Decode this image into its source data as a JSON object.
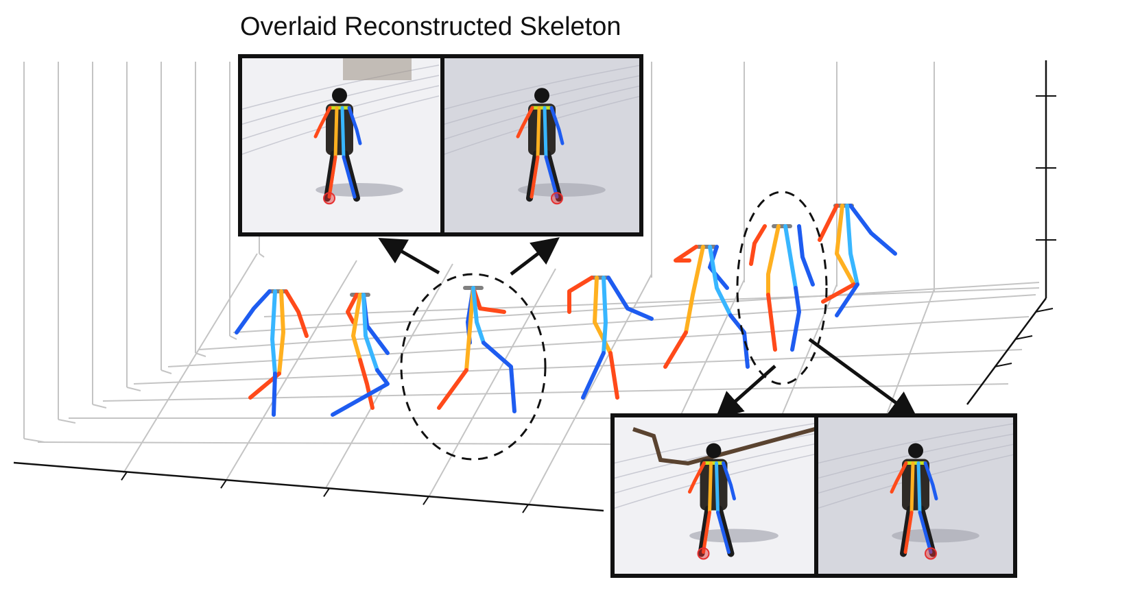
{
  "title": "Overlaid Reconstructed Skeleton",
  "colors": {
    "grid": "#c4c4c4",
    "axis": "#111111",
    "frame": "#111111",
    "ellipse": "#111111",
    "marker": "#e53030",
    "limb_right_outer": "#ff4a1a",
    "limb_right_inner": "#ffb020",
    "limb_left_outer": "#1e5cf0",
    "limb_left_inner": "#38b6ff",
    "head_bar": "#808080",
    "snow_light": "#f1f1f4",
    "snow_shadow": "#d6d7de"
  },
  "icons": [
    "skeleton-glyph",
    "red-circle-marker",
    "arrow-icon"
  ],
  "skeletons_count": 7,
  "photo_panels": {
    "top": [
      "photo-frame-1",
      "photo-frame-2"
    ],
    "bottom": [
      "photo-frame-3",
      "photo-frame-4"
    ]
  }
}
